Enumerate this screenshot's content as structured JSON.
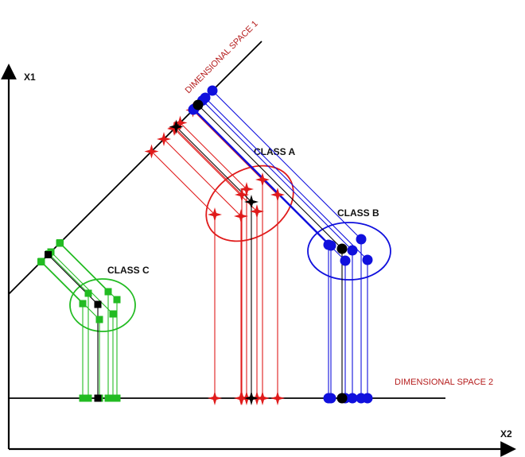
{
  "axes": {
    "x1_label": "X1",
    "x2_label": "X2"
  },
  "spaces": {
    "space1_label": "DIMENSIONAL SPACE 1",
    "space2_label": "DIMENSIONAL SPACE 2",
    "label_color": "#b51c1c"
  },
  "classes": [
    {
      "key": "a",
      "label": "CLASS A",
      "color": "#e01b1b",
      "marker": "star-4"
    },
    {
      "key": "b",
      "label": "CLASS B",
      "color": "#1010dd",
      "marker": "circle"
    },
    {
      "key": "c",
      "label": "CLASS C",
      "color": "#22bb22",
      "marker": "square"
    }
  ],
  "centroid_color": "#000000"
}
